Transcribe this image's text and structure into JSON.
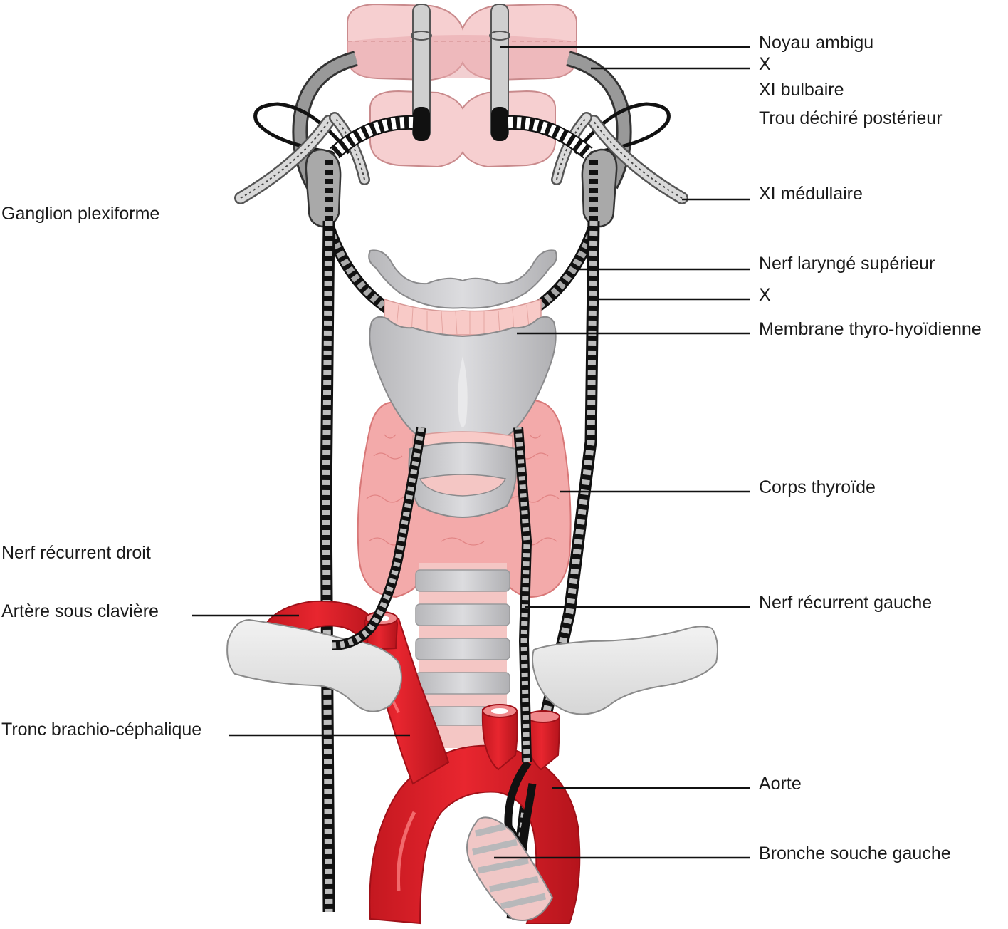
{
  "labels": {
    "right": [
      "Noyau ambigu",
      "X",
      "XI bulbaire",
      "Trou déchiré postérieur",
      "XI médullaire",
      "Nerf laryngé supérieur",
      "X",
      "Membrane thyro-hyoïdienne",
      "Corps thyroïde",
      "Nerf récurrent gauche",
      "Aorte",
      "Bronche souche gauche"
    ],
    "left": [
      "Ganglion plexiforme",
      "Nerf récurrent droit",
      "Artère sous clavière",
      "Tronc brachio-céphalique"
    ]
  },
  "colors": {
    "nerve_dark": "#1a1a1a",
    "nerve_light": "#c9c9c9",
    "nerve_grey": "#8a8a8a",
    "cartilage": "#c8c8ca",
    "thyroid": "#f0a6a6",
    "thyroid_line": "#d87878",
    "membrane": "#f7c9c6",
    "artery": "#e3222b",
    "artery_dark": "#b5141c",
    "clavicle": "#e2e2e2",
    "medulla": "#f6cfd0"
  }
}
